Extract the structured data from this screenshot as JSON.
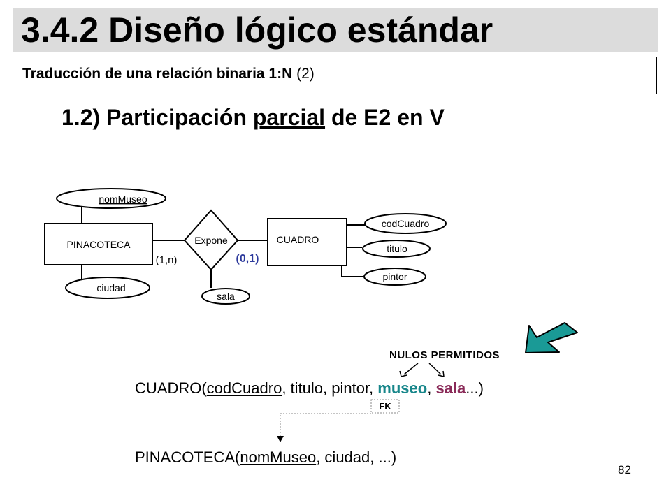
{
  "slide": {
    "title": "3.4.2 Diseño lógico estándar",
    "subtitle_bold": "Traducción de una relación binaria 1:N",
    "subtitle_plain": " (2)",
    "heading_prefix": "1.2) Participación ",
    "heading_underlined": "parcial",
    "heading_suffix": " de E2 en V",
    "page_number": "82"
  },
  "diagram": {
    "entity_left": "PINACOTECA",
    "entity_right": "CUADRO",
    "relationship": "Expone",
    "attr_nommuseo": "nomMuseo",
    "attr_ciudad": "ciudad",
    "attr_sala": "sala",
    "attr_codcuadro": "codCuadro",
    "attr_titulo": "titulo",
    "attr_pintor": "pintor",
    "card_left": "(1,n)",
    "card_right": "(0,1)",
    "card_right_color": "#2d3a9c"
  },
  "notes": {
    "nulos": "NULOS PERMITIDOS",
    "fk": "FK",
    "arrow_color": "#1a9a96"
  },
  "schema": {
    "cuadro": {
      "open": "CUADRO(",
      "pk": "codCuadro",
      "mid": ", titulo, pintor, ",
      "museo": "museo",
      "comma": ", ",
      "sala": "sala",
      "close": "...)"
    },
    "pinacoteca": {
      "open": "PINACOTECA(",
      "pk": "nomMuseo",
      "rest": ", ciudad, ...)"
    }
  }
}
